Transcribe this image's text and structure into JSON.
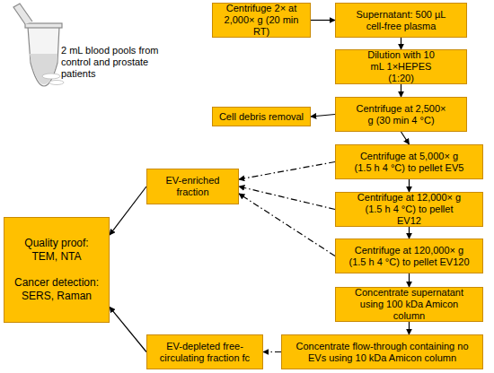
{
  "diagram": {
    "nodes": [
      {
        "text": [
          "Centrifuge 2× at 2,000× g (20 min RT)"
        ]
      },
      {
        "text": [
          "Supernatant: 500 µL cell-free plasma"
        ]
      },
      {
        "text": [
          "Dilution with 10 mL 1×HEPES (1:20)"
        ]
      },
      {
        "text": [
          "Centrifuge at 2,500× g (30 min 4 °C)"
        ]
      },
      {
        "text": [
          "Cell debris removal"
        ]
      },
      {
        "text": [
          "Centrifuge at 5,000× g (1.5 h 4 °C) to pellet EV5"
        ]
      },
      {
        "text": [
          "Centrifuge at 12,000× g (1.5 h 4 °C) to pellet EV12"
        ]
      },
      {
        "text": [
          "Centrifuge at 120,000× g (1.5 h 4 °C) to pellet EV120"
        ]
      },
      {
        "text": [
          "Concentrate supernatant using 100 kDa Amicon column"
        ]
      },
      {
        "text": [
          "Concentrate flow-through containing no EVs using 10 kDa Amicon column"
        ]
      },
      {
        "text": [
          "EV-enriched fraction"
        ]
      },
      {
        "text": [
          "EV-depleted free-circulating fraction fc"
        ]
      },
      {
        "text": [
          "Quality proof: TEM, NTA",
          "Cancer detection: SERS, Raman"
        ]
      }
    ],
    "edges": [
      {
        "from": 0,
        "to": 1,
        "arrow": "to"
      },
      {
        "from": 1,
        "to": 2,
        "arrow": "to"
      },
      {
        "from": 2,
        "to": 3,
        "arrow": "to"
      },
      {
        "from": 3,
        "to": 4,
        "arrow": "to"
      },
      {
        "from": 3,
        "to": 5,
        "arrow": "to"
      },
      {
        "from": 5,
        "to": 6,
        "arrow": "to"
      },
      {
        "from": 6,
        "to": 7,
        "arrow": "to"
      },
      {
        "from": 7,
        "to": 8,
        "arrow": "to"
      },
      {
        "from": 8,
        "to": 9,
        "arrow": "to"
      },
      {
        "from": 5,
        "to": 10,
        "arrow": "to"
      },
      {
        "from": 6,
        "to": 10,
        "arrow": "to"
      },
      {
        "from": 7,
        "to": 10,
        "arrow": "to"
      },
      {
        "from": 9,
        "to": 11,
        "arrow": "to"
      },
      {
        "from": 10,
        "to": 12,
        "arrow": "to"
      },
      {
        "from": 11,
        "to": 12,
        "arrow": "to"
      }
    ],
    "labels": [
      "2 mL blood pools from control and prostate patients"
    ]
  }
}
